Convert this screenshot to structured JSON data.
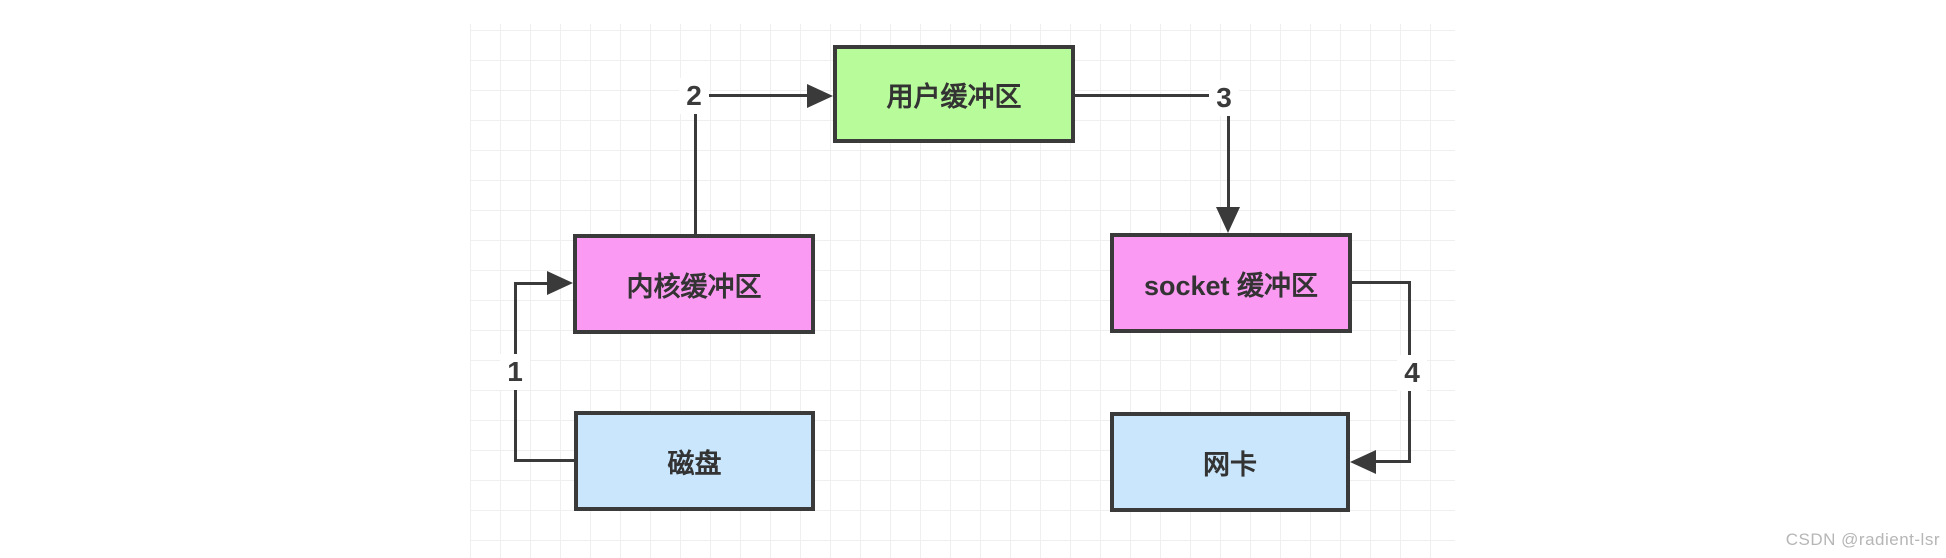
{
  "diagram": {
    "nodes": [
      {
        "id": "user-buffer",
        "label": "用户缓冲区",
        "fill": "#b8fb9b"
      },
      {
        "id": "kernel-buffer",
        "label": "内核缓冲区",
        "fill": "#fb9af3"
      },
      {
        "id": "socket-buffer",
        "label": "socket 缓冲区",
        "fill": "#fb9af3"
      },
      {
        "id": "disk",
        "label": "磁盘",
        "fill": "#c9e6fc"
      },
      {
        "id": "nic",
        "label": "网卡",
        "fill": "#c9e6fc"
      }
    ],
    "edges": [
      {
        "label": "1",
        "from": "disk",
        "to": "kernel-buffer"
      },
      {
        "label": "2",
        "from": "kernel-buffer",
        "to": "user-buffer"
      },
      {
        "label": "3",
        "from": "user-buffer",
        "to": "socket-buffer"
      },
      {
        "label": "4",
        "from": "socket-buffer",
        "to": "nic"
      }
    ]
  },
  "colors": {
    "node_border": "#3a3a3a",
    "edge_line": "#3a3a3a",
    "grid_line": "#efefef",
    "background": "#ffffff",
    "green_fill": "#b8fb9b",
    "pink_fill": "#fb9af3",
    "blue_fill": "#c9e6fc",
    "watermark_text_color": "#b6b6b6"
  },
  "watermark": "CSDN @radient-lsr"
}
